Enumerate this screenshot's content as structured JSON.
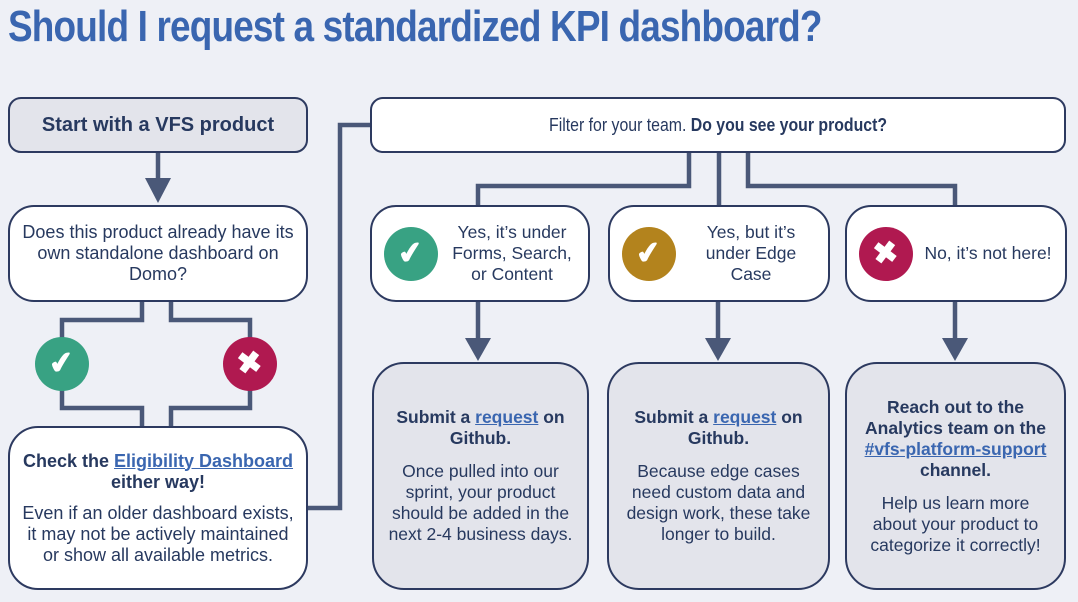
{
  "title": "Should I request a standardized KPI dashboard?",
  "colors": {
    "background": "#eef0f6",
    "title_blue": "#3a66b0",
    "link_blue": "#3a66b0",
    "box_border_navy": "#2d3a60",
    "text_navy": "#27395f",
    "connector_slate": "#4a5878",
    "success_green": "#38a283",
    "warning_gold": "#b3831d",
    "danger_crimson": "#b01950",
    "gray_fill": "#e3e4eb"
  },
  "icons": {
    "check": "✔",
    "x": "✖"
  },
  "left_flow": {
    "start_label": "Start with a VFS product",
    "question": "Does this product already have its own standalone dashboard on Domo?",
    "conclusion": {
      "heading_pre": "Check the ",
      "heading_link": "Eligibility Dashboard",
      "heading_post": " either way!",
      "body": "Even if an older dashboard exists, it may not be actively maintained or show all available metrics."
    }
  },
  "right_flow": {
    "filter_normal": "Filter for your team. ",
    "filter_bold": "Do you see your product?",
    "branches": [
      {
        "icon": "check-icon",
        "icon_color": "#38a283",
        "label": "Yes, it’s under Forms, Search, or Content",
        "result_pre": "Submit a ",
        "result_link": "request",
        "result_post": " on Github.",
        "result_body": "Once pulled into our sprint, your product should be added in the next 2-4 business days."
      },
      {
        "icon": "check-icon",
        "icon_color": "#b3831d",
        "label": "Yes, but it’s under Edge Case",
        "result_pre": "Submit a ",
        "result_link": "request",
        "result_post": " on Github.",
        "result_body": "Because edge cases need custom data and design work, these take longer to build."
      },
      {
        "icon": "x-icon",
        "icon_color": "#b01950",
        "label": "No, it’s not here!",
        "result_pre": "Reach out to the Analytics team on the ",
        "result_link": "#vfs-platform-support",
        "result_post": " channel.",
        "result_body": "Help us  learn more about your product to categorize it correctly!"
      }
    ]
  }
}
